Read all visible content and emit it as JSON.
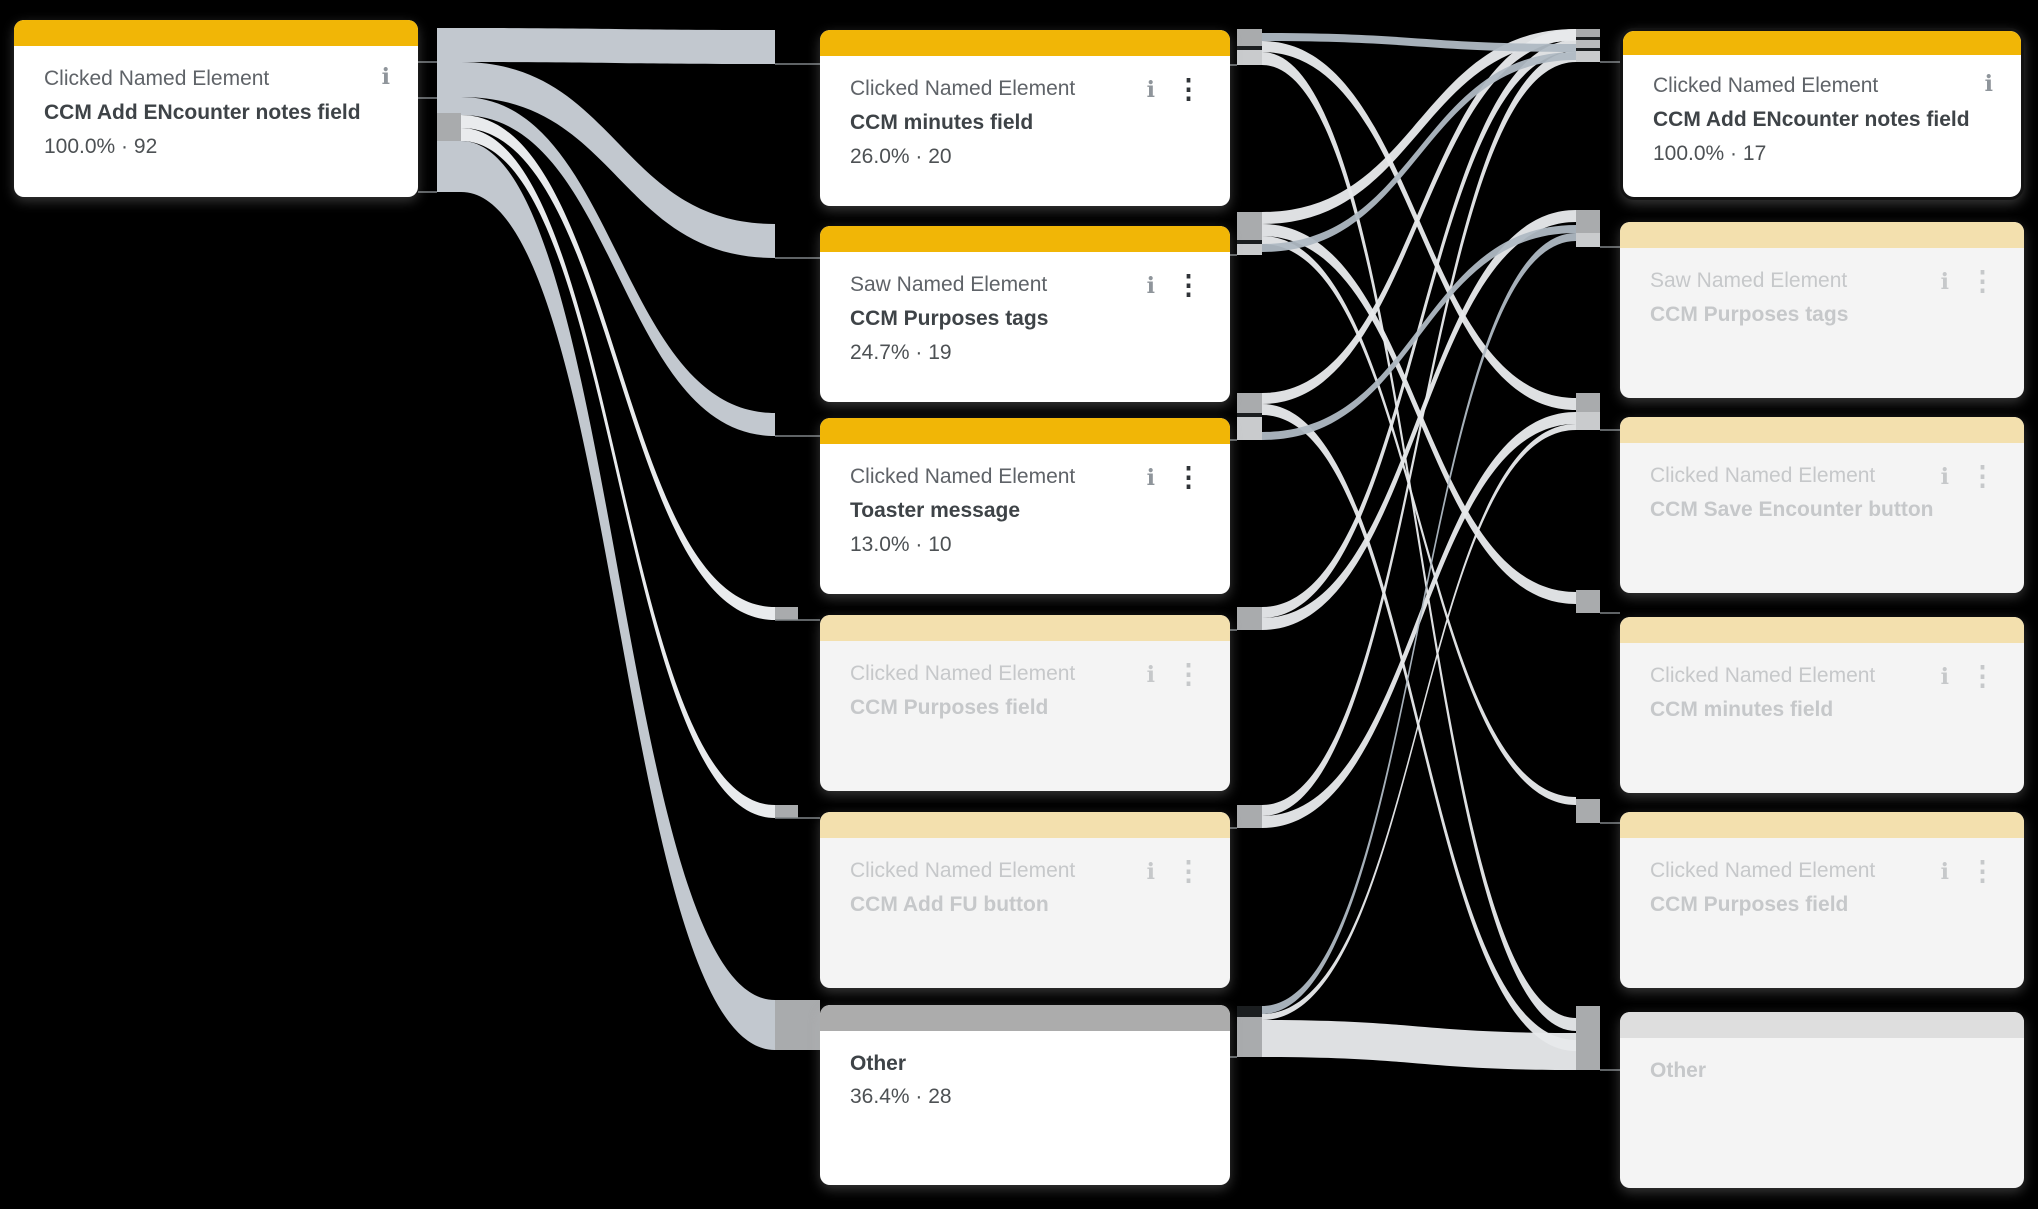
{
  "icons": {
    "info": "i",
    "menu": "⋮"
  },
  "colors": {
    "background": "#000000",
    "header_active": "#F1B606",
    "header_active_faded": "#F3E0AE",
    "header_other": "#ACACAC",
    "header_other_faded": "#DEDEDE",
    "link_active": "#C2C8CF",
    "link_faded": "#E9EBED",
    "link_mid_light": "#E7E9EB",
    "link_mid_dark": "#AFB9C3",
    "node_gray": "#A9ABAD",
    "node_dark": "#1B1E20",
    "node_mid": "#B9BBBD",
    "node_light": "#C9CBCD",
    "connector": "#7F8487"
  },
  "columns": [
    {
      "cards": [
        {
          "event": "Clicked Named Element",
          "element": "CCM Add ENcounter notes field",
          "stats": "100.0% · 92"
        }
      ]
    },
    {
      "cards": [
        {
          "event": "Clicked Named Element",
          "element": "CCM minutes field",
          "stats": "26.0% · 20"
        },
        {
          "event": "Saw Named Element",
          "element": "CCM Purposes tags",
          "stats": "24.7% · 19"
        },
        {
          "event": "Clicked Named Element",
          "element": "Toaster message",
          "stats": "13.0% · 10"
        },
        {
          "event": "Clicked Named Element",
          "element": "CCM Purposes field",
          "stats": ""
        },
        {
          "event": "Clicked Named Element",
          "element": "CCM Add FU button",
          "stats": ""
        },
        {
          "event": "",
          "element": "Other",
          "stats": "36.4% · 28"
        }
      ]
    },
    {
      "cards": [
        {
          "event": "Clicked Named Element",
          "element": "CCM Add ENcounter notes field",
          "stats": "100.0% · 17"
        },
        {
          "event": "Saw Named Element",
          "element": "CCM Purposes tags",
          "stats": ""
        },
        {
          "event": "Clicked Named Element",
          "element": "CCM Save Encounter button",
          "stats": ""
        },
        {
          "event": "Clicked Named Element",
          "element": "CCM minutes field",
          "stats": ""
        },
        {
          "event": "Clicked Named Element",
          "element": "CCM Purposes field",
          "stats": ""
        },
        {
          "event": "",
          "element": "Other",
          "stats": ""
        }
      ]
    }
  ],
  "chart_data": {
    "type": "sankey",
    "title": "",
    "steps": [
      {
        "step": 1,
        "nodes": [
          {
            "event": "Clicked Named Element",
            "element": "CCM Add ENcounter notes field",
            "pct": 100.0,
            "count": 92
          }
        ]
      },
      {
        "step": 2,
        "nodes": [
          {
            "event": "Clicked Named Element",
            "element": "CCM minutes field",
            "pct": 26.0,
            "count": 20
          },
          {
            "event": "Saw Named Element",
            "element": "CCM Purposes tags",
            "pct": 24.7,
            "count": 19
          },
          {
            "event": "Clicked Named Element",
            "element": "Toaster message",
            "pct": 13.0,
            "count": 10
          },
          {
            "event": "Clicked Named Element",
            "element": "CCM Purposes field",
            "excluded": true
          },
          {
            "event": "Clicked Named Element",
            "element": "CCM Add FU button",
            "excluded": true
          },
          {
            "event": "Other",
            "element": "Other",
            "pct": 36.4,
            "count": 28
          }
        ]
      },
      {
        "step": 3,
        "nodes": [
          {
            "event": "Clicked Named Element",
            "element": "CCM Add ENcounter notes field",
            "pct": 100.0,
            "count": 17,
            "selected": true
          },
          {
            "event": "Saw Named Element",
            "element": "CCM Purposes tags",
            "excluded": true
          },
          {
            "event": "Clicked Named Element",
            "element": "CCM Save Encounter button",
            "excluded": true
          },
          {
            "event": "Clicked Named Element",
            "element": "CCM minutes field",
            "excluded": true
          },
          {
            "event": "Clicked Named Element",
            "element": "CCM Purposes field",
            "excluded": true
          },
          {
            "event": "Other",
            "element": "Other",
            "excluded": true
          }
        ]
      }
    ],
    "links_step1_to_step2": [
      {
        "source": "CCM Add ENcounter notes field",
        "target": "CCM minutes field",
        "count": 20
      },
      {
        "source": "CCM Add ENcounter notes field",
        "target": "CCM Purposes tags",
        "count": 19
      },
      {
        "source": "CCM Add ENcounter notes field",
        "target": "Toaster message",
        "count": 10
      },
      {
        "source": "CCM Add ENcounter notes field",
        "target": "CCM Purposes field"
      },
      {
        "source": "CCM Add ENcounter notes field",
        "target": "CCM Add FU button"
      },
      {
        "source": "CCM Add ENcounter notes field",
        "target": "Other",
        "count": 28
      }
    ],
    "links_step2_to_step3": [
      {
        "source": "CCM minutes field",
        "target": "CCM Add ENcounter notes field"
      },
      {
        "source": "CCM Purposes tags",
        "target": "CCM Add ENcounter notes field"
      },
      {
        "source": "Toaster message",
        "target": "CCM Add ENcounter notes field"
      },
      {
        "source": "CCM Purposes field",
        "target": "CCM Add ENcounter notes field"
      },
      {
        "source": "CCM Add FU button",
        "target": "CCM Add ENcounter notes field"
      },
      {
        "source": "CCM minutes field",
        "target": "Other"
      },
      {
        "source": "CCM Purposes tags",
        "target": "Other"
      },
      {
        "source": "Other",
        "target": "Other"
      }
    ]
  }
}
